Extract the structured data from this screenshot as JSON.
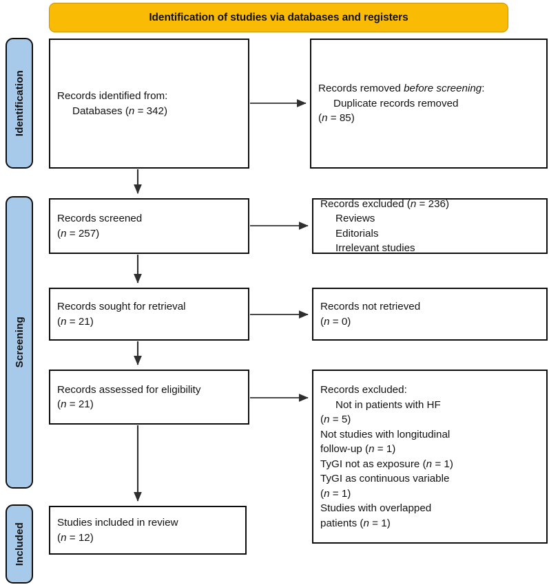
{
  "title": {
    "text": "Identification of studies via databases and registers",
    "background": "#FABB05",
    "border": "#C99200"
  },
  "stages": [
    {
      "id": "identification",
      "label": "Identification",
      "color": "#A7C9EA"
    },
    {
      "id": "screening",
      "label": "Screening",
      "color": "#A7C9EA"
    },
    {
      "id": "included",
      "label": "Included",
      "color": "#A7C9EA"
    }
  ],
  "boxes": {
    "identified": {
      "line1": "Records identified from:",
      "line2": "Databases (n = 342)",
      "n": 342
    },
    "removed": {
      "line1_prefix": "Records removed ",
      "line1_italic": "before screening",
      "line1_suffix": ":",
      "line2": "Duplicate records removed",
      "line3": "(n = 85)",
      "n": 85
    },
    "screened": {
      "line1": "Records screened",
      "line2": "(n = 257)",
      "n": 257
    },
    "excluded_screening": {
      "line1": "Records excluded (n = 236)",
      "reasons": [
        "Reviews",
        "Editorials",
        "Irrelevant studies"
      ],
      "n": 236
    },
    "sought": {
      "line1": "Records sought for retrieval",
      "line2": "(n = 21)",
      "n": 21
    },
    "not_retrieved": {
      "line1": "Records not retrieved",
      "line2": "(n = 0)",
      "n": 0
    },
    "assessed": {
      "line1": "Records assessed for eligibility",
      "line2": "(n = 21)",
      "n": 21
    },
    "excluded_eligibility": {
      "heading": "Records excluded:",
      "reasons": [
        {
          "text": "Not in patients with HF",
          "count_line": "(n = 5)",
          "n": 5
        },
        {
          "text": "Not studies with longitudinal",
          "continuation": "follow-up (n = 1)",
          "n": 1
        },
        {
          "text": "TyGI not as exposure (n = 1)",
          "n": 1
        },
        {
          "text": "TyGI as continuous variable",
          "count_line": "(n = 1)",
          "n": 1
        },
        {
          "text": "Studies with overlapped",
          "continuation": "patients (n = 1)",
          "n": 1
        }
      ]
    },
    "included": {
      "line1": "Studies included in review",
      "line2": "(n = 12)",
      "n": 12
    }
  },
  "colors": {
    "box_border": "#0d0d0d",
    "box_fill": "#ffffff",
    "arrow": "#3a3a3a",
    "text": "#111111"
  }
}
